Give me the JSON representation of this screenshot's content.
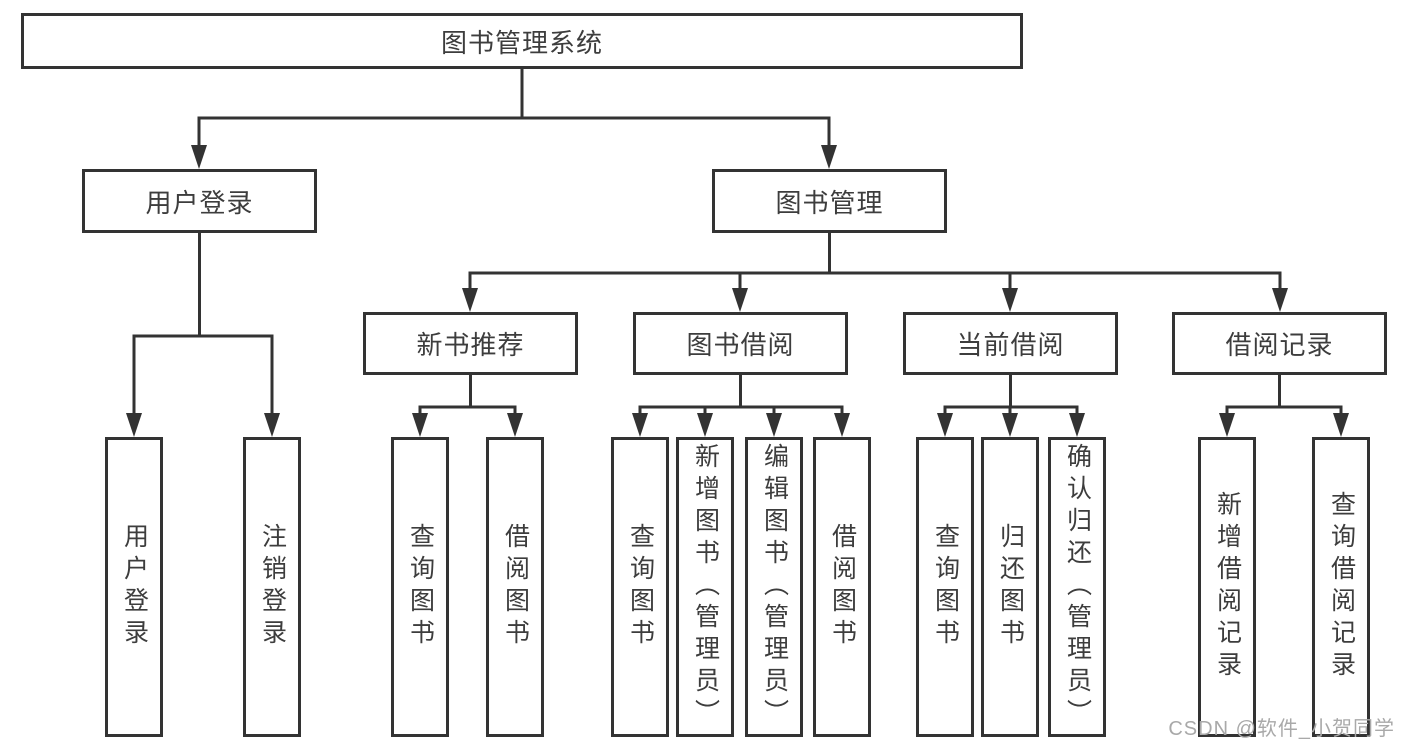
{
  "tree": {
    "root": {
      "label": "图书管理系统",
      "children": [
        {
          "label": "用户登录",
          "children": [
            {
              "label": "用户登录"
            },
            {
              "label": "注销登录"
            }
          ]
        },
        {
          "label": "图书管理",
          "children": [
            {
              "label": "新书推荐",
              "children": [
                {
                  "label": "查询图书"
                },
                {
                  "label": "借阅图书"
                }
              ]
            },
            {
              "label": "图书借阅",
              "children": [
                {
                  "label": "查询图书"
                },
                {
                  "label": "新增图书（管理员）"
                },
                {
                  "label": "编辑图书（管理员）"
                },
                {
                  "label": "借阅图书"
                }
              ]
            },
            {
              "label": "当前借阅",
              "children": [
                {
                  "label": "查询图书"
                },
                {
                  "label": "归还图书"
                },
                {
                  "label": "确认归还（管理员）"
                }
              ]
            },
            {
              "label": "借阅记录",
              "children": [
                {
                  "label": "新增借阅记录"
                },
                {
                  "label": "查询借阅记录"
                }
              ]
            }
          ]
        }
      ]
    }
  },
  "watermark": {
    "text": "CSDN @软件_小贺同学"
  },
  "colors": {
    "line": "#333333",
    "text": "#3d3d3d",
    "background": "#ffffff",
    "watermark": "#a9a9a9"
  }
}
